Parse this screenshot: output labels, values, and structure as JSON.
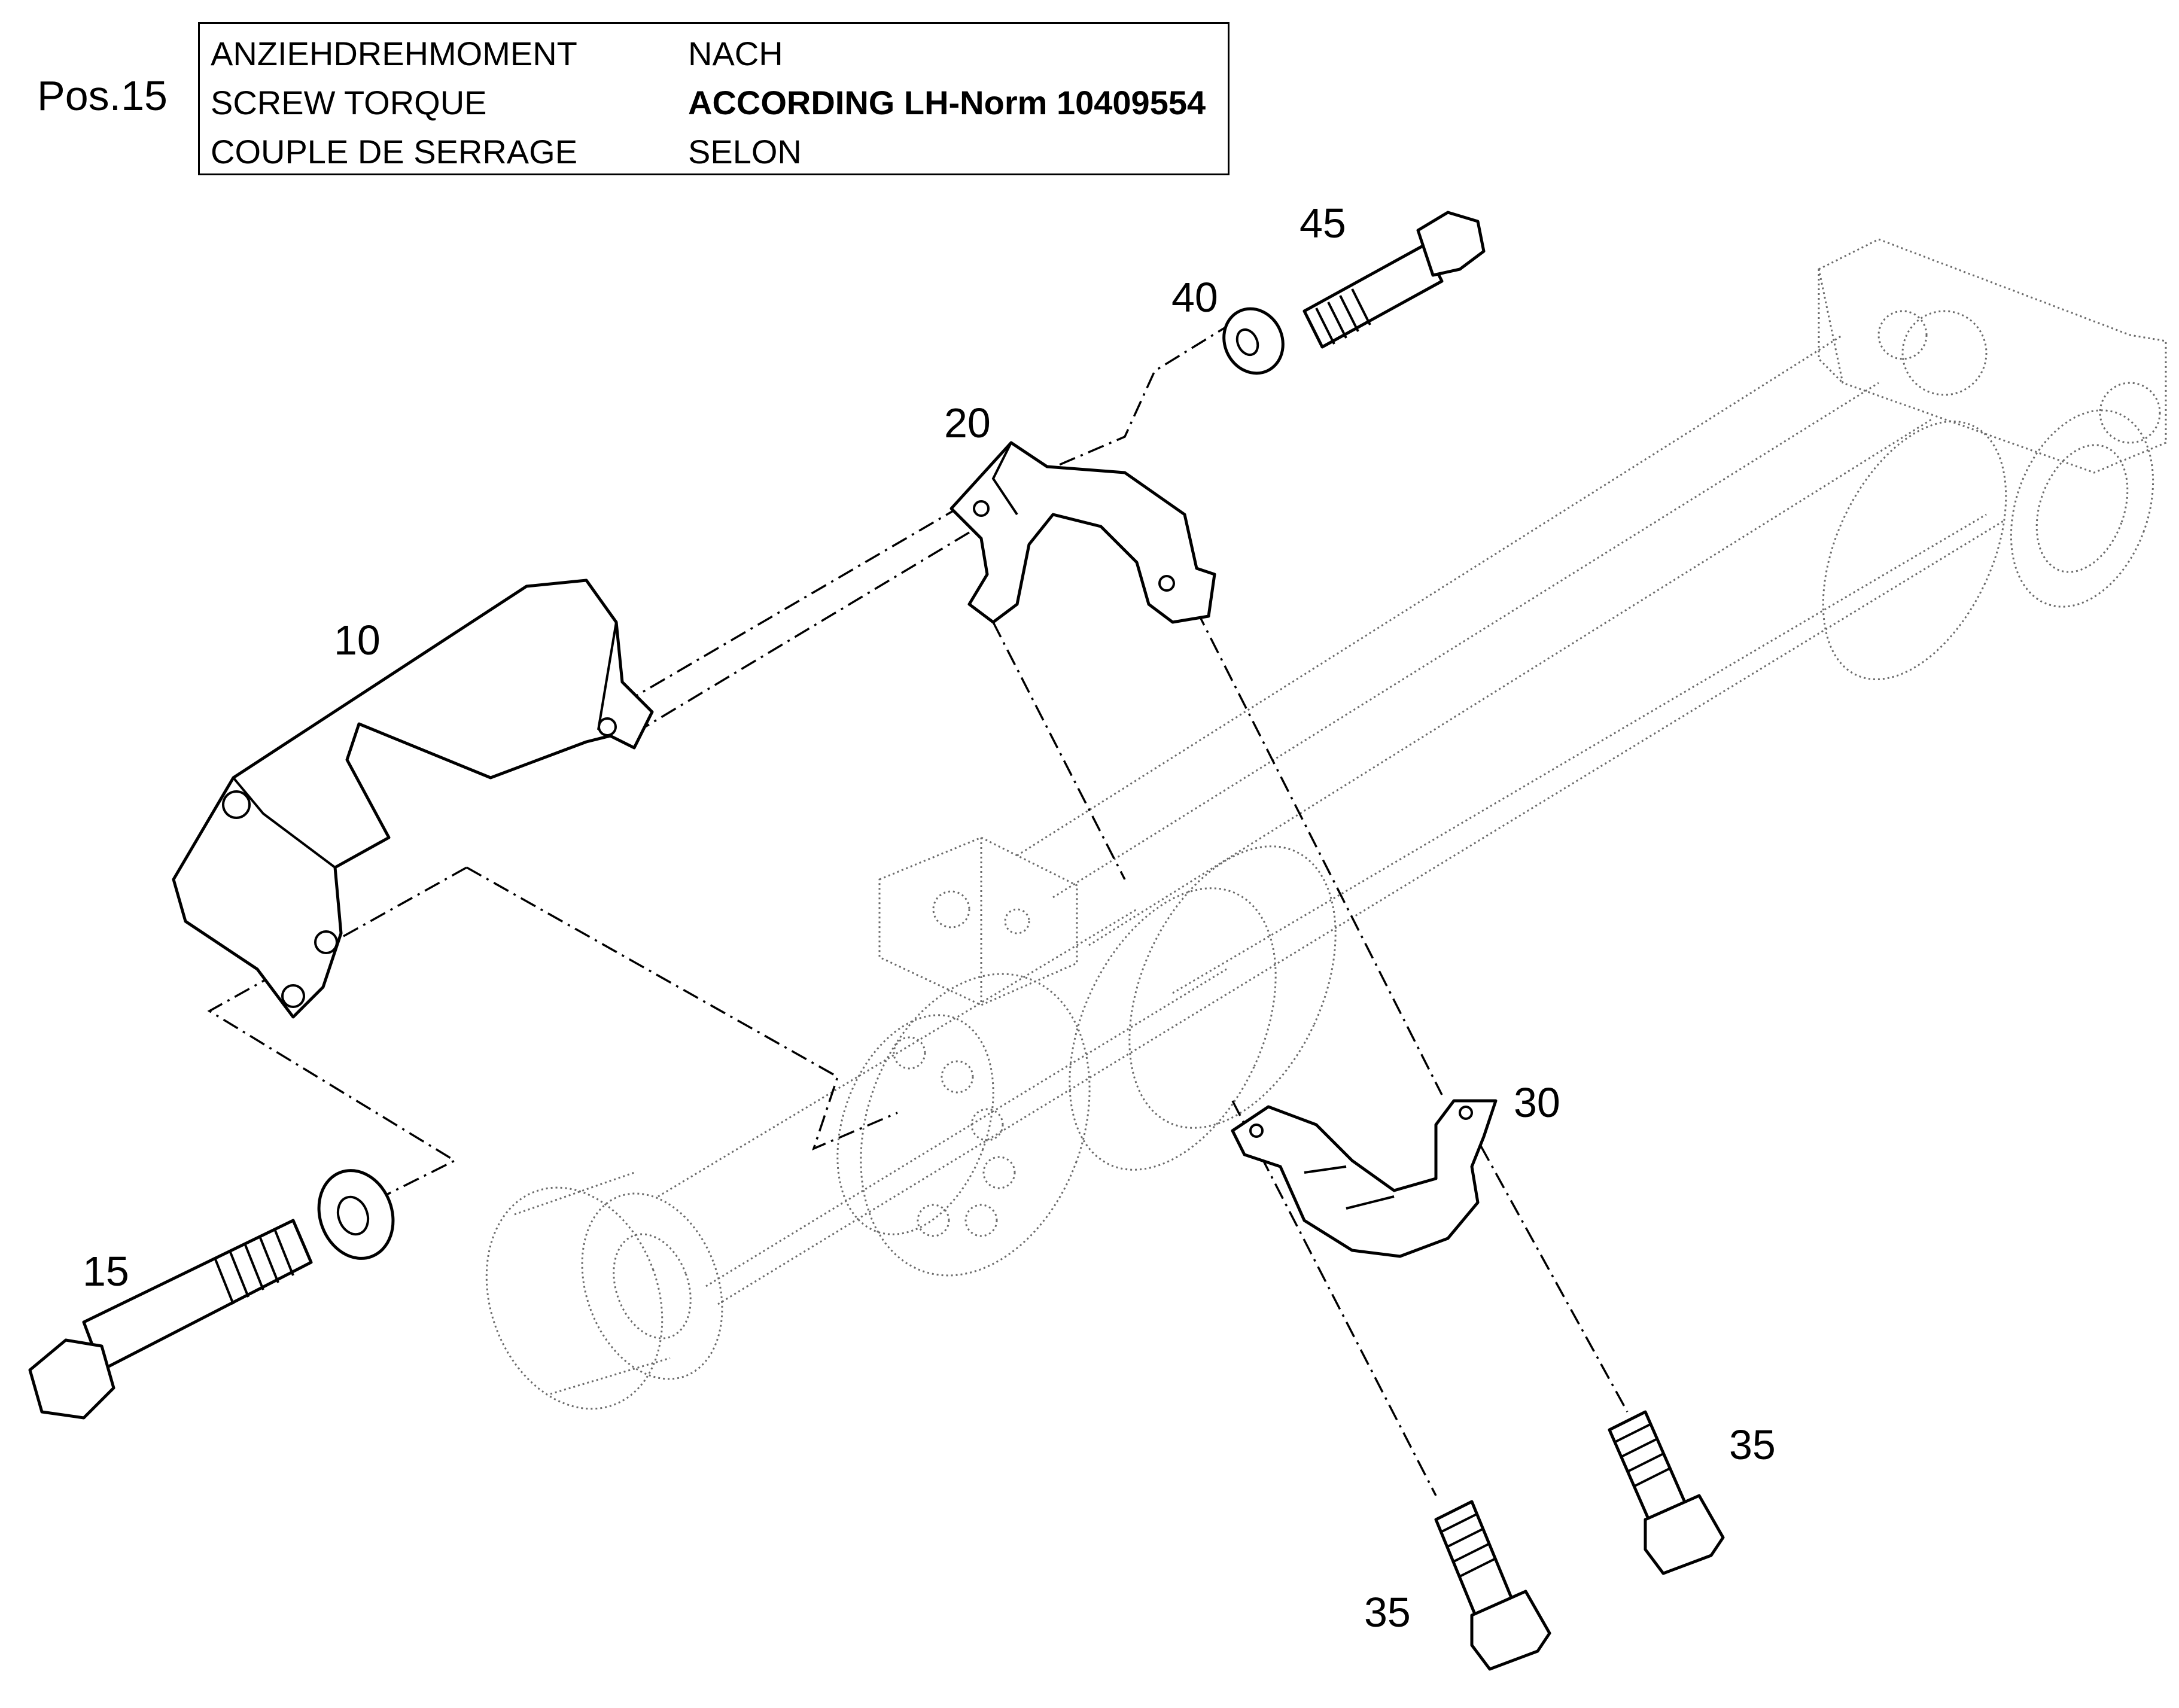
{
  "pos_label": "Pos.15",
  "torque_table": {
    "rows": [
      {
        "term": "ANZIEHDREHMOMENT",
        "value": "NACH"
      },
      {
        "term": "SCREW TORQUE",
        "value": "ACCORDING  LH-Norm 10409554"
      },
      {
        "term": "COUPLE DE SERRAGE",
        "value": "SELON"
      }
    ]
  },
  "callouts": {
    "c10": "10",
    "c15": "15",
    "c20": "20",
    "c30": "30",
    "c35a": "35",
    "c35b": "35",
    "c40": "40",
    "c45": "45"
  }
}
